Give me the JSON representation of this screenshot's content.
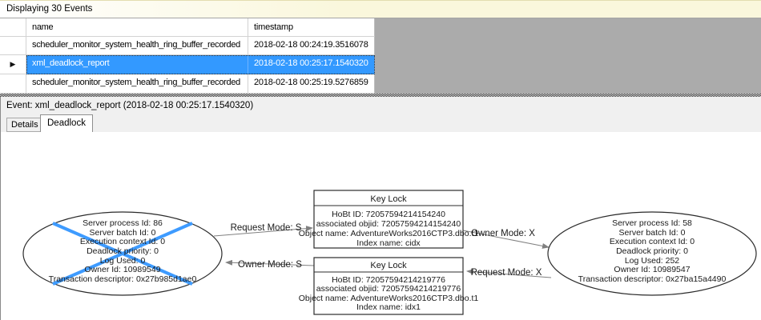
{
  "header": {
    "title": "Displaying 30 Events"
  },
  "table": {
    "columns": {
      "name": "name",
      "timestamp": "timestamp"
    },
    "rows": [
      {
        "name": "scheduler_monitor_system_health_ring_buffer_recorded",
        "timestamp": "2018-02-18 00:24:19.3516078",
        "selected": false
      },
      {
        "name": "xml_deadlock_report",
        "timestamp": "2018-02-18 00:25:17.1540320",
        "selected": true
      },
      {
        "name": "scheduler_monitor_system_health_ring_buffer_recorded",
        "timestamp": "2018-02-18 00:25:19.5276859",
        "selected": false
      }
    ]
  },
  "event_summary": "Event: xml_deadlock_report (2018-02-18 00:25:17.1540320)",
  "tabs": {
    "details": "Details",
    "deadlock": "Deadlock"
  },
  "graph": {
    "victim_process": {
      "lines": [
        "Server process Id: 86",
        "Server batch Id: 0",
        "Execution context Id: 0",
        "Deadlock priority: 0",
        "Log Used: 0",
        "Owner Id: 10989549",
        "Transaction descriptor: 0x27b985d1ae0"
      ]
    },
    "surviving_process": {
      "lines": [
        "Server process Id: 58",
        "Server batch Id: 0",
        "Execution context Id: 0",
        "Deadlock priority: 0",
        "Log Used: 252",
        "Owner Id: 10989547",
        "Transaction descriptor: 0x27ba15a4490"
      ]
    },
    "resource_top": {
      "title": "Key Lock",
      "lines": [
        "HoBt ID: 72057594214154240",
        "associated objid: 72057594214154240",
        "Object name: AdventureWorks2016CTP3.dbo.t1",
        "Index name: cidx"
      ]
    },
    "resource_bottom": {
      "title": "Key Lock",
      "lines": [
        "HoBt ID: 72057594214219776",
        "associated objid: 72057594214219776",
        "Object name: AdventureWorks2016CTP3.dbo.t1",
        "Index name: idx1"
      ]
    },
    "edges": {
      "request_s": "Request Mode: S",
      "owner_s": "Owner Mode: S",
      "owner_x": "Owner Mode: X",
      "request_x": "Request Mode: X"
    }
  },
  "colors": {
    "selection": "#3399ff",
    "victim_cross": "#3e9bff",
    "grid_gray": "#ababab",
    "edge": "#808080",
    "info_bar": "#faf7dc"
  }
}
